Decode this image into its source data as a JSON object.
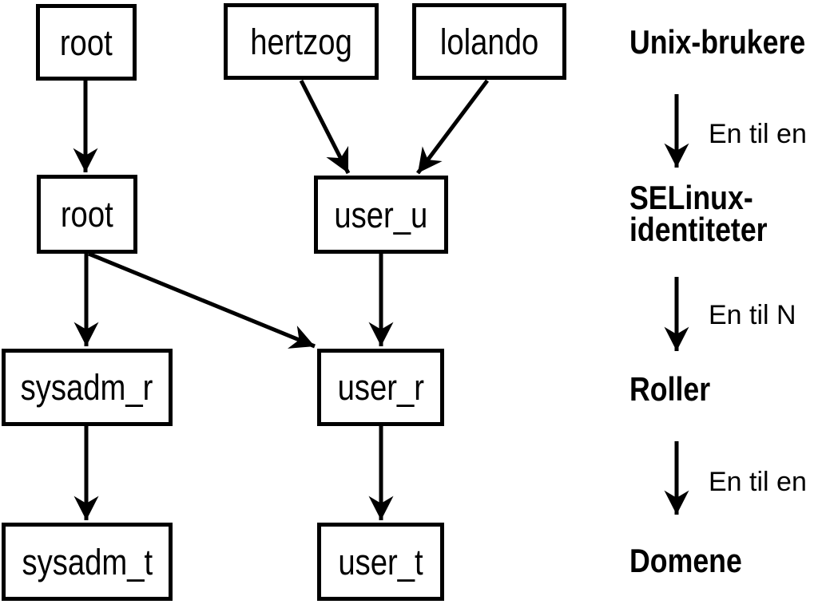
{
  "colors": {
    "ink": "#000000",
    "background": "#ffffff"
  },
  "diagram": {
    "boxes": [
      {
        "id": "unix-root",
        "label": "root"
      },
      {
        "id": "unix-hertzog",
        "label": "hertzog"
      },
      {
        "id": "unix-lolando",
        "label": "lolando"
      },
      {
        "id": "selinux-root",
        "label": "root"
      },
      {
        "id": "selinux-user-u",
        "label": "user_u"
      },
      {
        "id": "role-sysadm-r",
        "label": "sysadm_r"
      },
      {
        "id": "role-user-r",
        "label": "user_r"
      },
      {
        "id": "domain-sysadm-t",
        "label": "sysadm_t"
      },
      {
        "id": "domain-user-t",
        "label": "user_t"
      }
    ],
    "edges": [
      {
        "from": "unix-root",
        "to": "selinux-root"
      },
      {
        "from": "unix-hertzog",
        "to": "selinux-user-u"
      },
      {
        "from": "unix-lolando",
        "to": "selinux-user-u"
      },
      {
        "from": "selinux-root",
        "to": "role-sysadm-r"
      },
      {
        "from": "selinux-root",
        "to": "role-user-r"
      },
      {
        "from": "selinux-user-u",
        "to": "role-user-r"
      },
      {
        "from": "role-sysadm-r",
        "to": "domain-sysadm-t"
      },
      {
        "from": "role-user-r",
        "to": "domain-user-t"
      }
    ]
  },
  "legend": {
    "levels": [
      {
        "label": "Unix-brukere"
      },
      {
        "label": "SELinux-identiteter",
        "line1": "SELinux-",
        "line2": "identiteter"
      },
      {
        "label": "Roller"
      },
      {
        "label": "Domene"
      }
    ],
    "arrows": [
      {
        "label": "En til en"
      },
      {
        "label": "En til N"
      },
      {
        "label": "En til en"
      }
    ]
  }
}
